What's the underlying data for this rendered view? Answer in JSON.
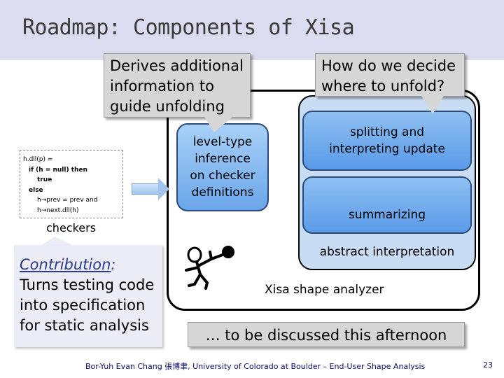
{
  "title": "Roadmap: Components of Xisa",
  "callouts": {
    "derives": [
      "Derives additional",
      "information to",
      "guide unfolding"
    ],
    "how_decide": [
      "How do we decide",
      "where to unfold?"
    ]
  },
  "components": {
    "level_type": [
      "level-type",
      "inference",
      "on checker",
      "definitions"
    ],
    "splitting": [
      "splitting and",
      "interpreting update"
    ],
    "summarizing": "summarizing",
    "abstract_interpretation": "abstract interpretation",
    "xisa": "Xisa shape analyzer"
  },
  "code_lines": [
    "h.dll(p) =",
    "if (h = null) then",
    "true",
    "else",
    "h→prev = prev  and",
    "h→next.dll(h)"
  ],
  "checkers_label": "checkers",
  "contribution": {
    "heading": "Contribution",
    "colon": ":",
    "lines": [
      "Turns testing code",
      "into specification",
      "for static analysis"
    ]
  },
  "discussion": "… to be discussed this afternoon",
  "footer": "Bor-Yuh Evan Chang 張博聿, University of Colorado at Boulder – End-User Shape Analysis",
  "page_number": "23",
  "colors": {
    "header_bg": "#dcdcf0",
    "step_blue": "#6aa6ea",
    "callout_gray": "#d6d6d6",
    "footer_text": "#0a0a6a"
  }
}
